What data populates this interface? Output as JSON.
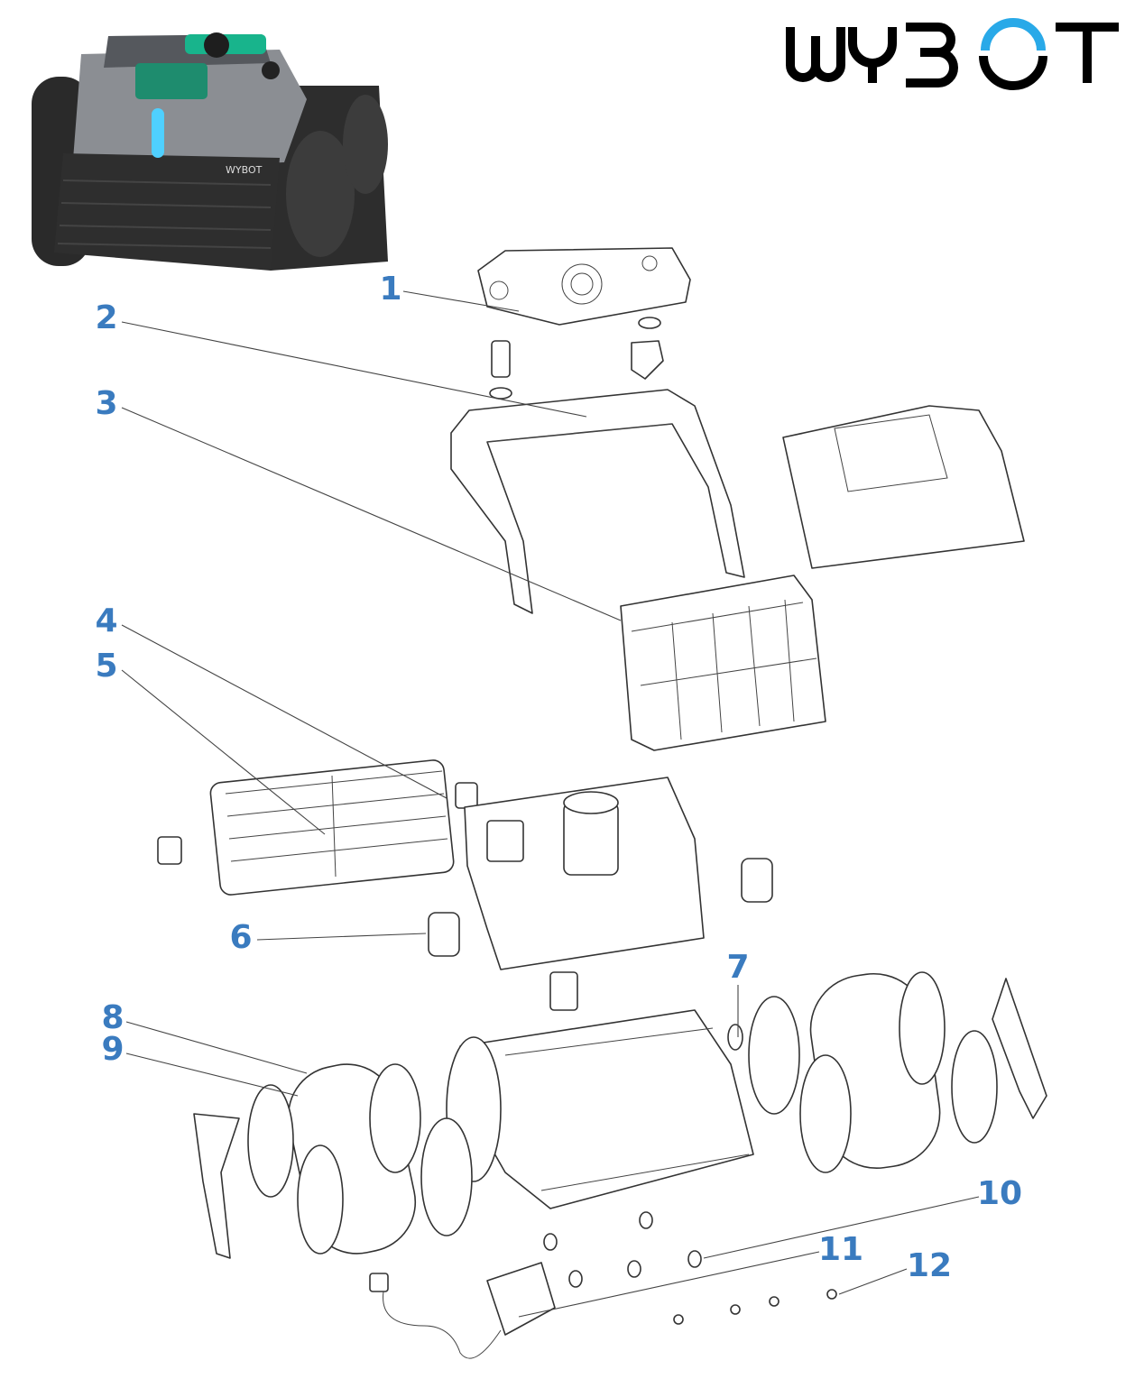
{
  "brand": {
    "logo_text": "WYBOT",
    "accent_color": "#29a9e8",
    "robot_badge": "WYBOT"
  },
  "label_color": "#3a7bbf",
  "callouts": [
    {
      "number": "1"
    },
    {
      "number": "2"
    },
    {
      "number": "3"
    },
    {
      "number": "4"
    },
    {
      "number": "5"
    },
    {
      "number": "6"
    },
    {
      "number": "7"
    },
    {
      "number": "8"
    },
    {
      "number": "9"
    },
    {
      "number": "10"
    },
    {
      "number": "11"
    },
    {
      "number": "12"
    }
  ]
}
